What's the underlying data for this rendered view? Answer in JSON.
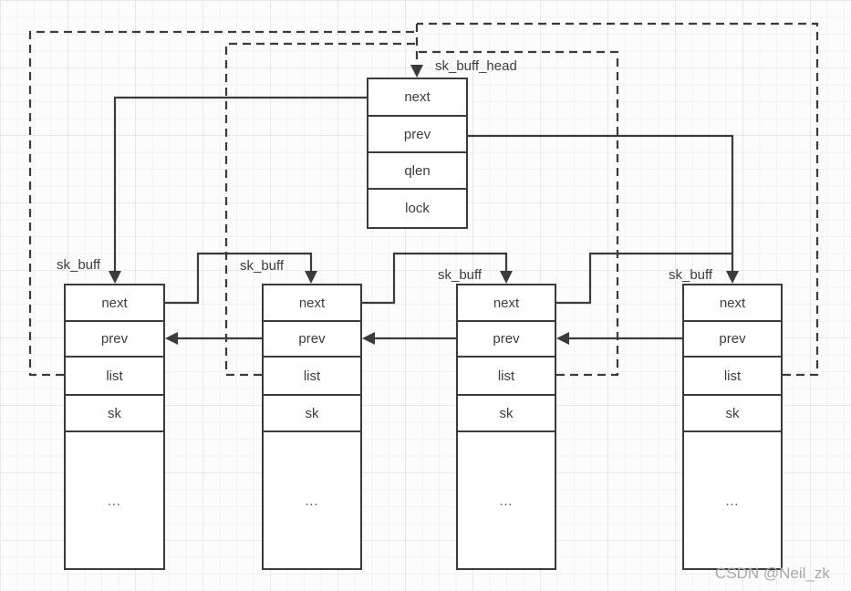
{
  "head": {
    "label": "sk_buff_head",
    "fields": [
      "next",
      "prev",
      "qlen",
      "lock"
    ]
  },
  "nodes": [
    {
      "label": "sk_buff",
      "fields": [
        "next",
        "prev",
        "list",
        "sk"
      ],
      "ellipsis": "..."
    },
    {
      "label": "sk_buff",
      "fields": [
        "next",
        "prev",
        "list",
        "sk"
      ],
      "ellipsis": "..."
    },
    {
      "label": "sk_buff",
      "fields": [
        "next",
        "prev",
        "list",
        "sk"
      ],
      "ellipsis": "..."
    },
    {
      "label": "sk_buff",
      "fields": [
        "next",
        "prev",
        "list",
        "sk"
      ],
      "ellipsis": "..."
    }
  ],
  "watermark": "CSDN @Neil_zk",
  "colors": {
    "line": "#3b3b3b",
    "text": "#3d3d3d",
    "watermark": "#a8a8a8",
    "background": "#fcfcfc",
    "grid_minor": "#f2f2f2",
    "grid_major": "#e9e9e9"
  }
}
